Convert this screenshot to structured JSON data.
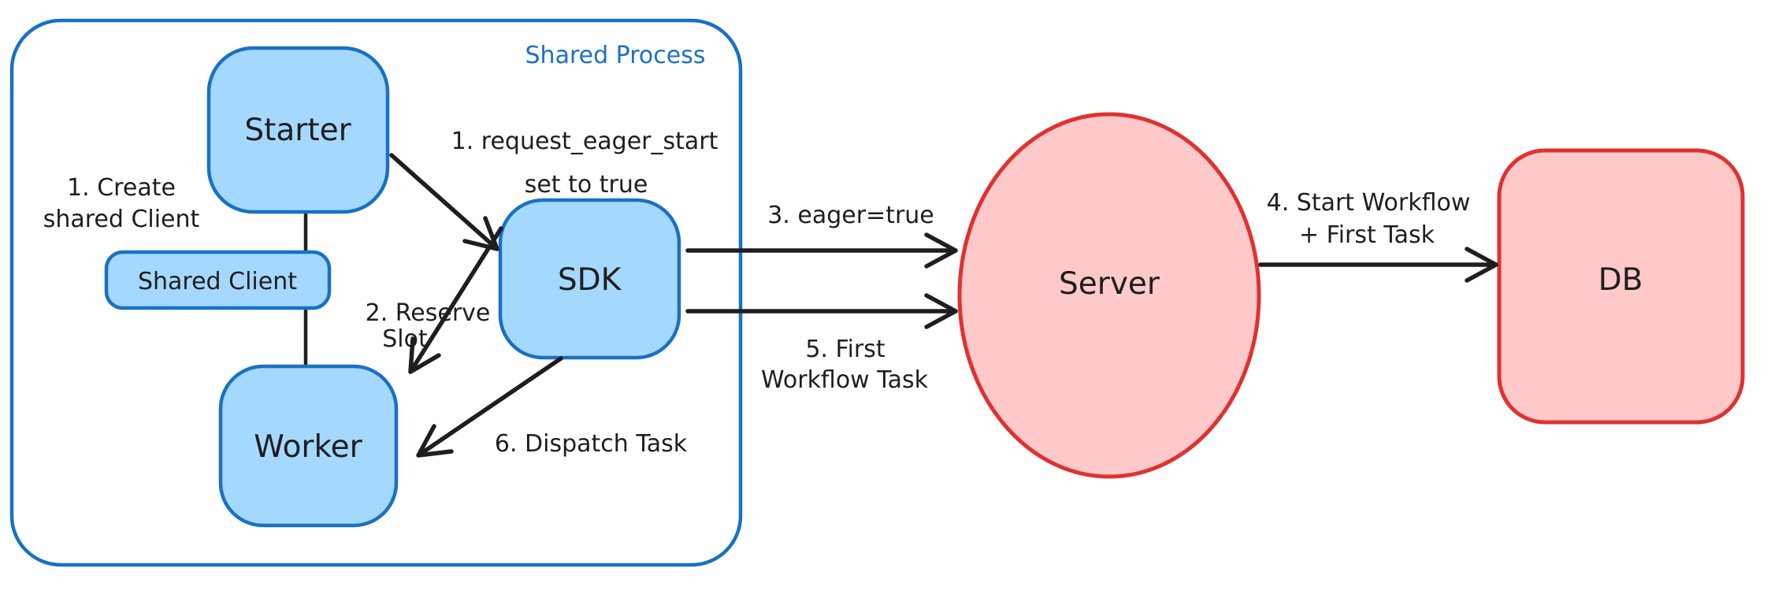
{
  "diagram": {
    "container_label": "Shared Process",
    "nodes": {
      "starter": "Starter",
      "shared_client": "Shared Client",
      "worker": "Worker",
      "sdk": "SDK",
      "server": "Server",
      "db": "DB"
    },
    "annotations": {
      "create_client_line1": "1. Create",
      "create_client_line2": "shared Client",
      "request_eager_line1": "1. request_eager_start",
      "request_eager_line2": "set to true",
      "reserve_line1": "2. Reserve",
      "reserve_line2": "Slot",
      "eager_true": "3. eager=true",
      "start_workflow_line1": "4. Start Workflow",
      "start_workflow_line2": "+ First Task",
      "first_task_line1": "5. First",
      "first_task_line2": "Workflow Task",
      "dispatch_task": "6. Dispatch Task"
    },
    "colors": {
      "blue_stroke": "#1971c2",
      "blue_fill": "#a5d8ff",
      "red_stroke": "#e03131",
      "red_fill": "#ffc9c9",
      "ink": "#1e1e1e",
      "background": "#ffffff"
    }
  }
}
